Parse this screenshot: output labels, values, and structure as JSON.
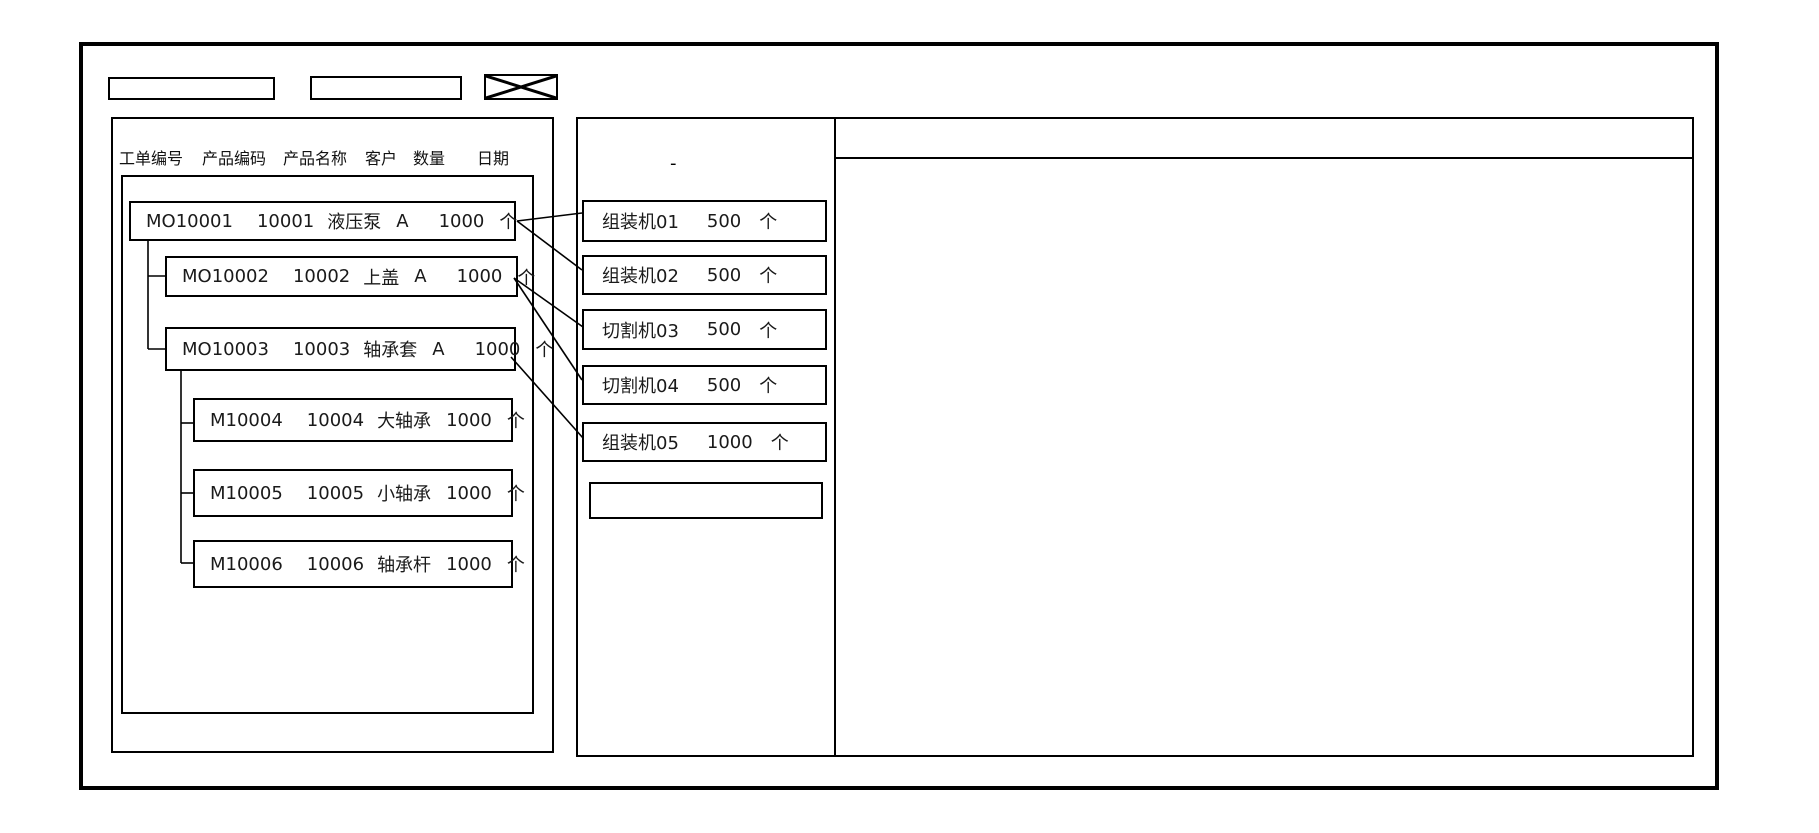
{
  "colors": {
    "line": "#000000",
    "background": "#ffffff"
  },
  "toolbar": {
    "input1": {
      "value": ""
    },
    "input2": {
      "value": ""
    }
  },
  "work_order_panel": {
    "columns": [
      "工单编号",
      "产品编码",
      "产品名称",
      "客户",
      "数量",
      "日期"
    ],
    "orders": [
      {
        "wo": "MO10001",
        "code": "10001",
        "name": "液压泵",
        "customer": "A",
        "qty": "1000",
        "unit": "个"
      },
      {
        "wo": "MO10002",
        "code": "10002",
        "name": "上盖",
        "customer": "A",
        "qty": "1000",
        "unit": "个"
      },
      {
        "wo": "MO10003",
        "code": "10003",
        "name": "轴承套",
        "customer": "A",
        "qty": "1000",
        "unit": "个"
      },
      {
        "wo": "M10004",
        "code": "10004",
        "name": "大轴承",
        "customer": "",
        "qty": "1000",
        "unit": "个"
      },
      {
        "wo": "M10005",
        "code": "10005",
        "name": "小轴承",
        "customer": "",
        "qty": "1000",
        "unit": "个"
      },
      {
        "wo": "M10006",
        "code": "10006",
        "name": "轴承杆",
        "customer": "",
        "qty": "1000",
        "unit": "个"
      }
    ]
  },
  "machine_panel": {
    "note_mark": "-",
    "machines": [
      {
        "name": "组装机01",
        "qty": "500",
        "unit": "个"
      },
      {
        "name": "组装机02",
        "qty": "500",
        "unit": "个"
      },
      {
        "name": "切割机03",
        "qty": "500",
        "unit": "个"
      },
      {
        "name": "切割机04",
        "qty": "500",
        "unit": "个"
      },
      {
        "name": "组装机05",
        "qty": "1000",
        "unit": "个"
      }
    ]
  }
}
